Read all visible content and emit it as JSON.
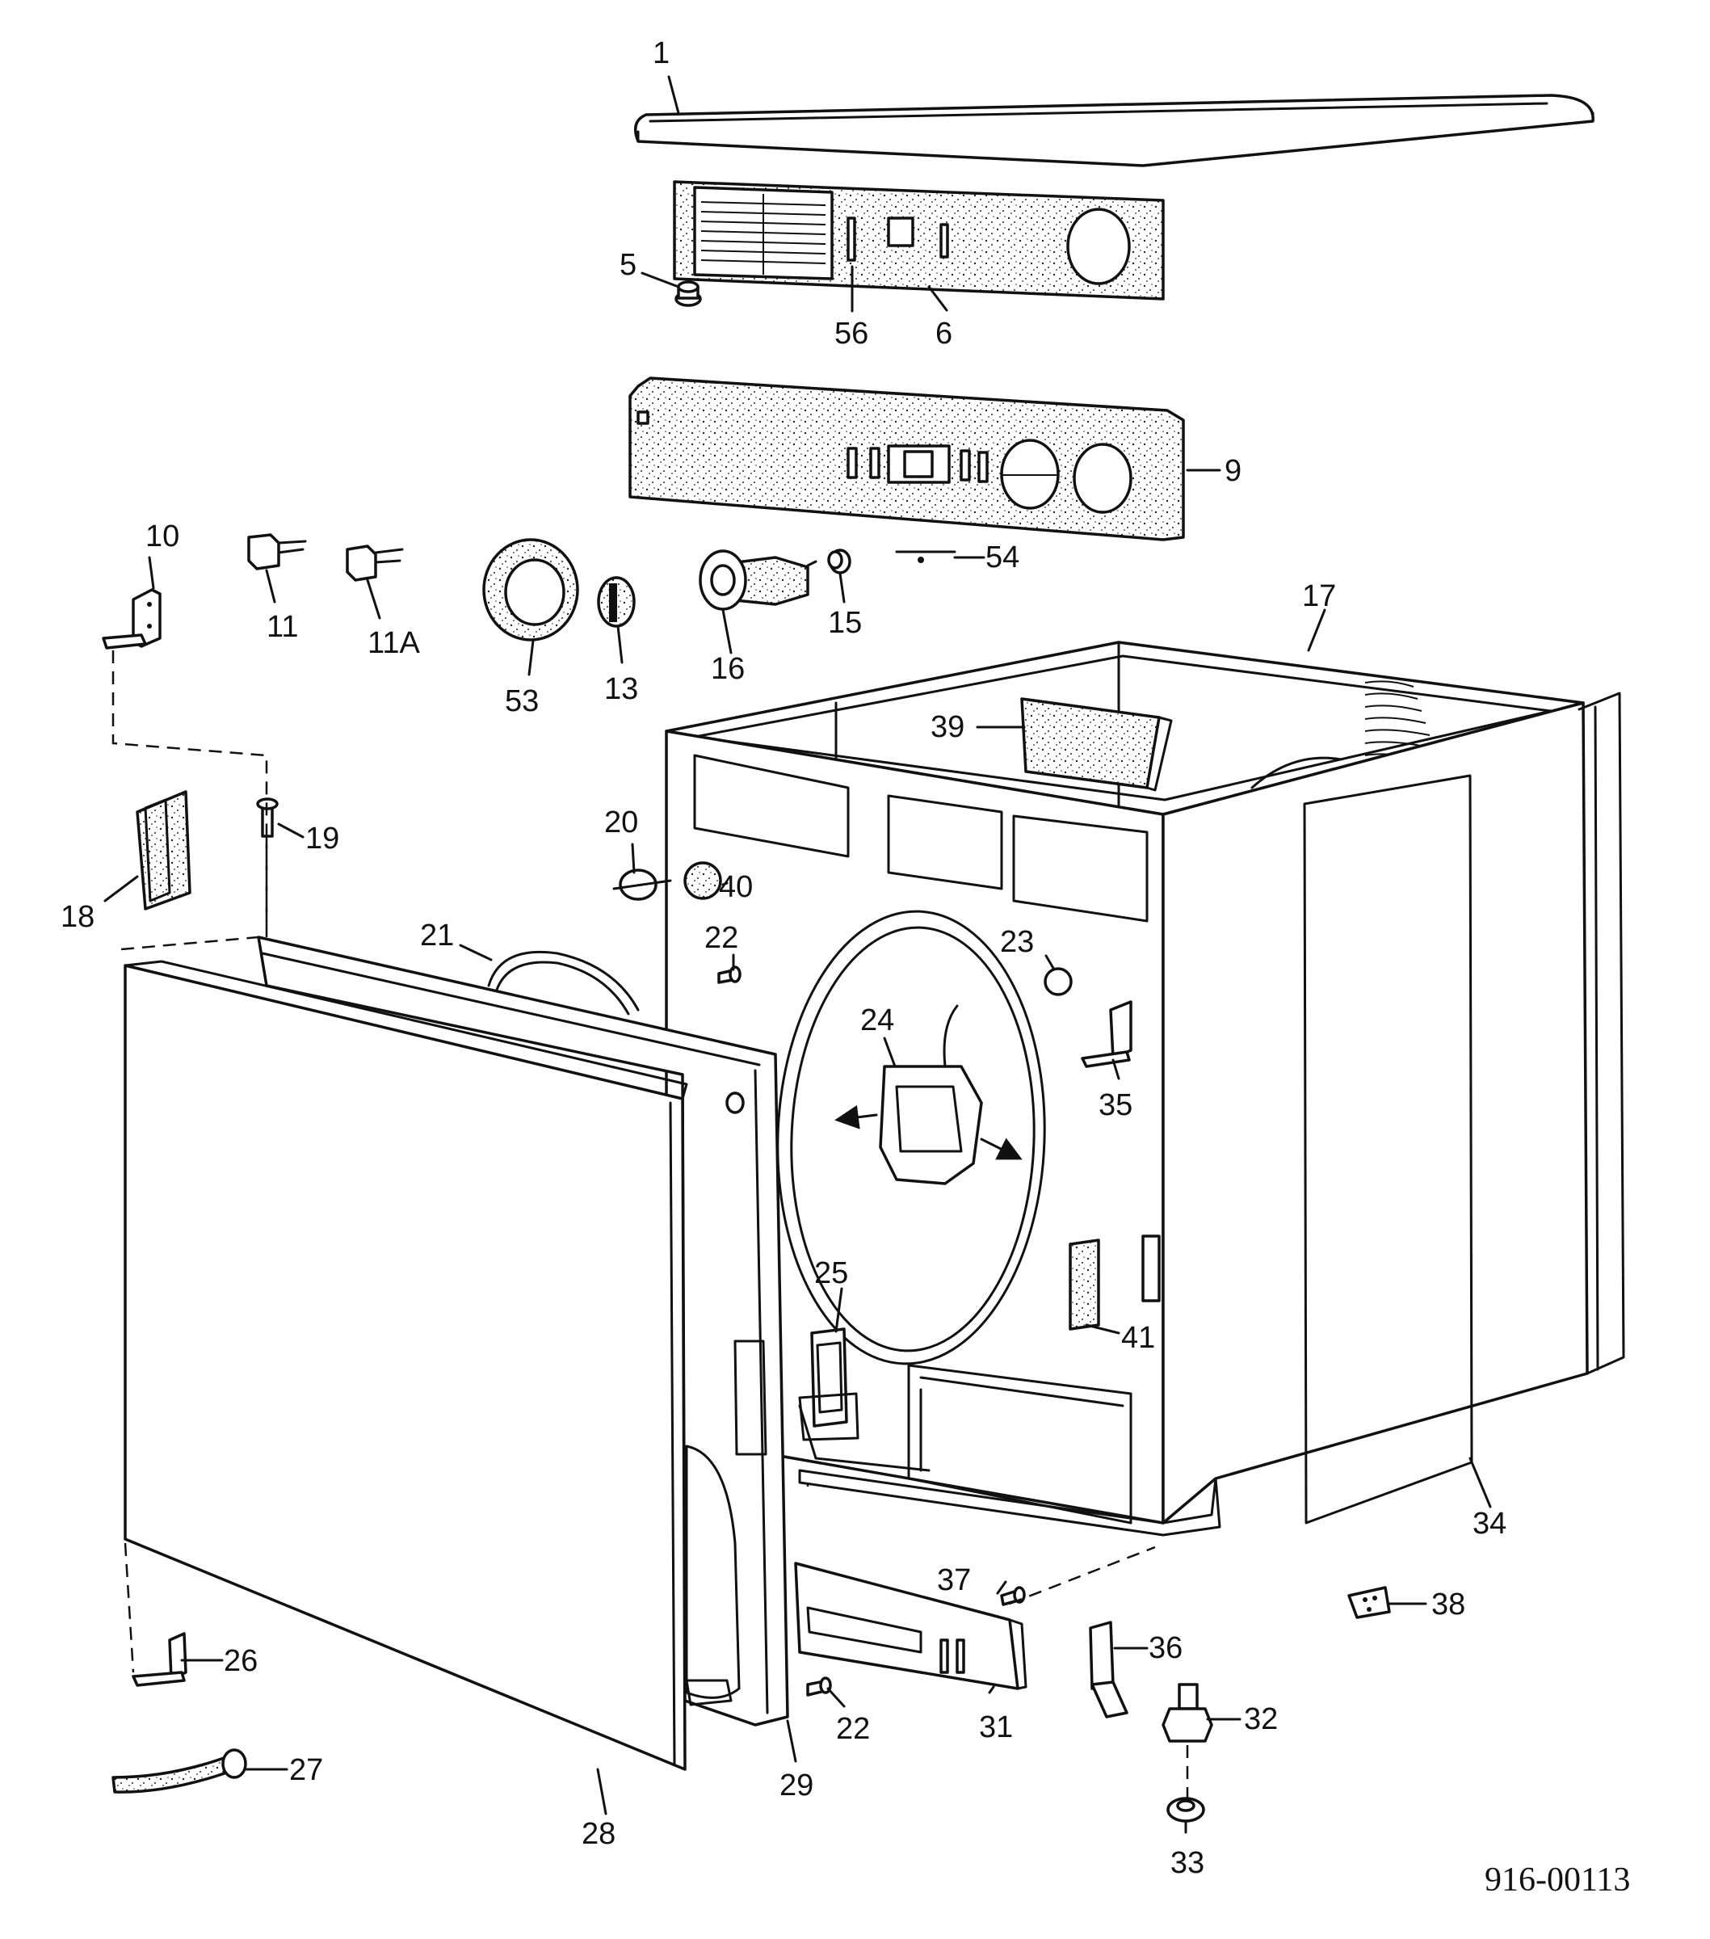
{
  "diagram_code": "916-00113",
  "callouts": [
    {
      "id": "1",
      "label": "1"
    },
    {
      "id": "5",
      "label": "5"
    },
    {
      "id": "56",
      "label": "56"
    },
    {
      "id": "6",
      "label": "6"
    },
    {
      "id": "9",
      "label": "9"
    },
    {
      "id": "54",
      "label": "54"
    },
    {
      "id": "10",
      "label": "10"
    },
    {
      "id": "11",
      "label": "11"
    },
    {
      "id": "11a",
      "label": "11A"
    },
    {
      "id": "53",
      "label": "53"
    },
    {
      "id": "13",
      "label": "13"
    },
    {
      "id": "16",
      "label": "16"
    },
    {
      "id": "15",
      "label": "15"
    },
    {
      "id": "17",
      "label": "17"
    },
    {
      "id": "39",
      "label": "39"
    },
    {
      "id": "19",
      "label": "19"
    },
    {
      "id": "18",
      "label": "18"
    },
    {
      "id": "20",
      "label": "20"
    },
    {
      "id": "40",
      "label": "40"
    },
    {
      "id": "22a",
      "label": "22"
    },
    {
      "id": "21",
      "label": "21"
    },
    {
      "id": "23",
      "label": "23"
    },
    {
      "id": "24",
      "label": "24"
    },
    {
      "id": "35",
      "label": "35"
    },
    {
      "id": "25",
      "label": "25"
    },
    {
      "id": "41",
      "label": "41"
    },
    {
      "id": "34",
      "label": "34"
    },
    {
      "id": "37",
      "label": "37"
    },
    {
      "id": "38",
      "label": "38"
    },
    {
      "id": "36",
      "label": "36"
    },
    {
      "id": "32",
      "label": "32"
    },
    {
      "id": "26",
      "label": "26"
    },
    {
      "id": "22b",
      "label": "22"
    },
    {
      "id": "31",
      "label": "31"
    },
    {
      "id": "27",
      "label": "27"
    },
    {
      "id": "29",
      "label": "29"
    },
    {
      "id": "28",
      "label": "28"
    },
    {
      "id": "33",
      "label": "33"
    }
  ]
}
